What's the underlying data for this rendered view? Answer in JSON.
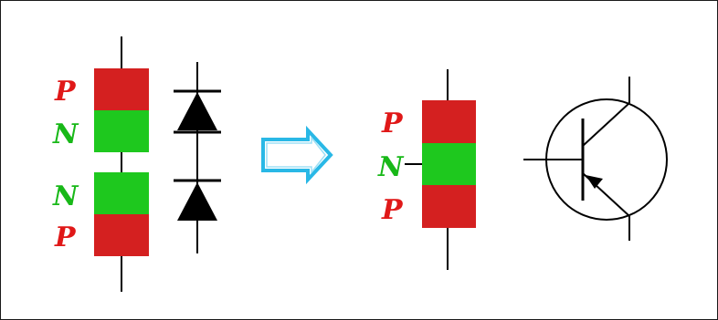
{
  "colors": {
    "p_layer": "#d42020",
    "n_layer": "#1ec81e",
    "p_text": "#e01818",
    "n_text": "#18b818",
    "line": "#000000",
    "arrow": "#29b8e6"
  },
  "left_stack": {
    "upper_pair": {
      "top_label": "P",
      "bottom_label": "N"
    },
    "lower_pair": {
      "top_label": "N",
      "bottom_label": "P"
    }
  },
  "right_stack": {
    "top_label": "P",
    "middle_label": "N",
    "bottom_label": "P"
  },
  "symbols": {
    "diode_pair": "two-series-diodes-icon",
    "arrow": "hollow-right-arrow-icon",
    "transistor": "pnp-transistor-icon"
  }
}
